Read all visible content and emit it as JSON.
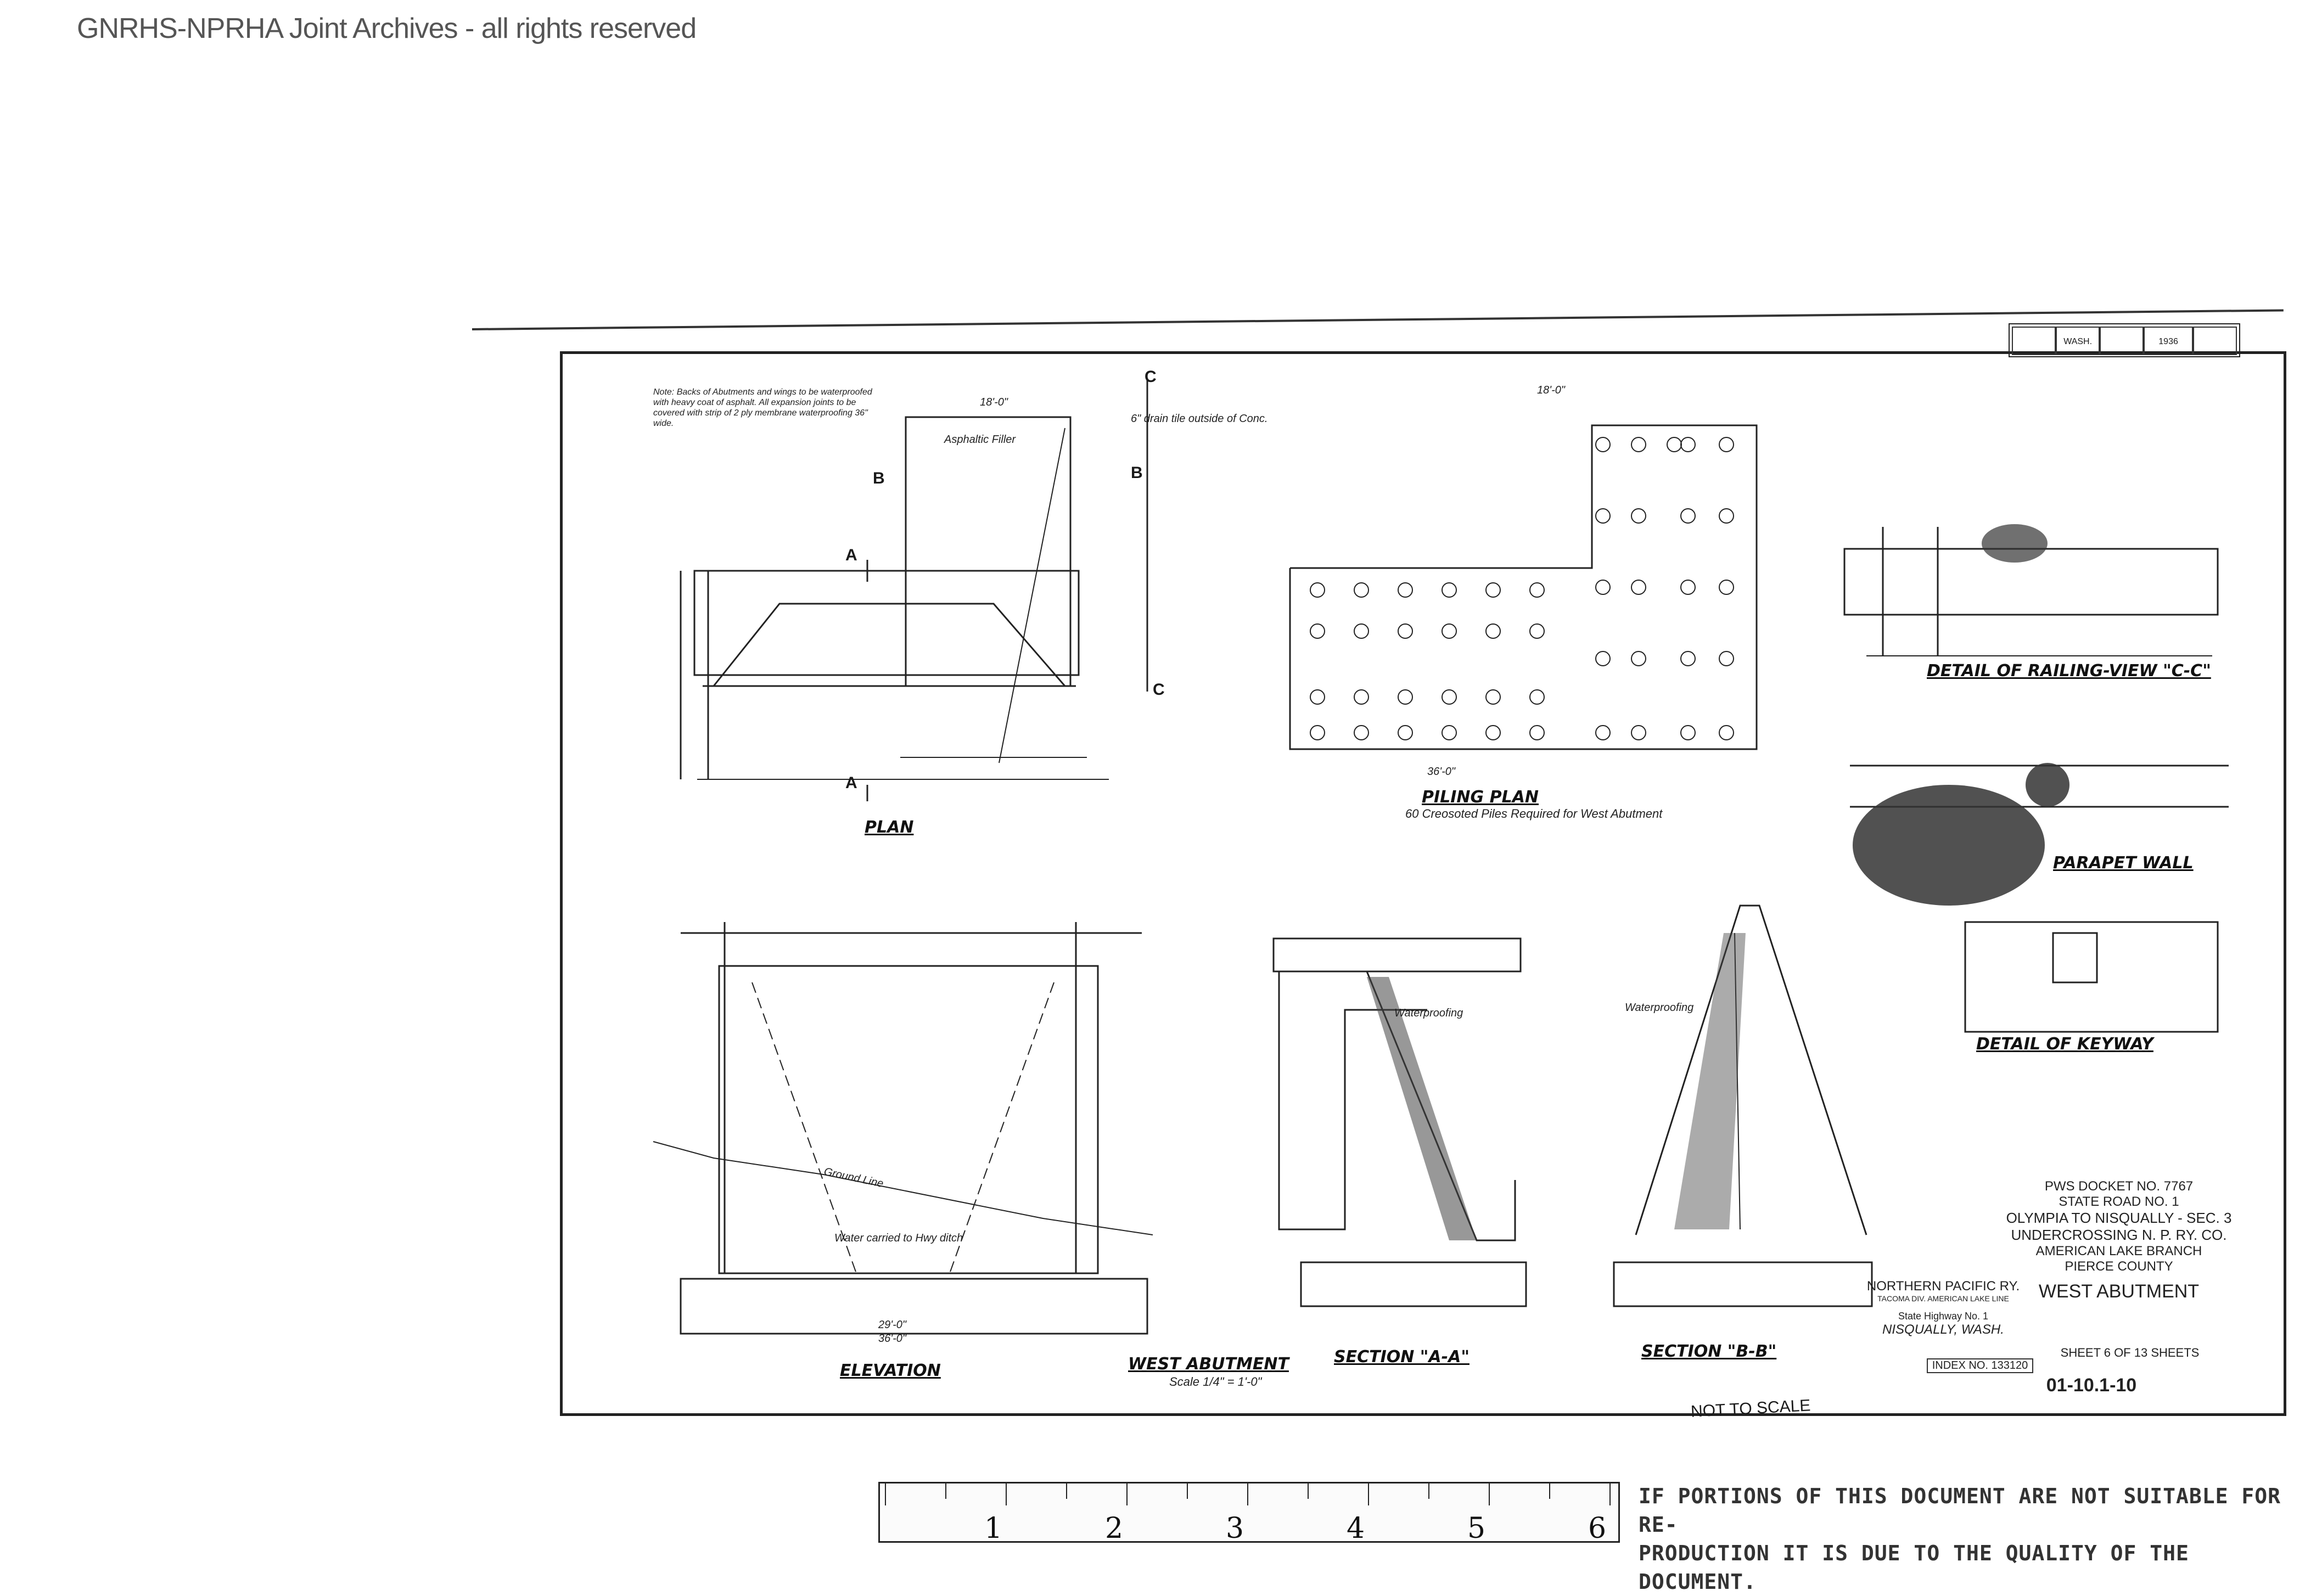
{
  "header": {
    "archive_notice": "GNRHS-NPRHA Joint Archives - all rights reserved"
  },
  "drawing": {
    "views": {
      "plan": "PLAN",
      "piling_plan": "PILING PLAN",
      "piling_note": "60 Creosoted Piles Required for West Abutment",
      "elevation": "ELEVATION",
      "west_abutment": "WEST ABUTMENT",
      "west_abutment_scale": "Scale 1/4\" = 1'-0\"",
      "section_aa": "SECTION \"A-A\"",
      "section_bb": "SECTION \"B-B\"",
      "detail_railing": "DETAIL OF RAILING-VIEW \"C-C\"",
      "parapet_wall": "PARAPET WALL",
      "detail_keyway": "DETAIL OF KEYWAY"
    },
    "note": "Note: Backs of Abutments and wings to be waterproofed with heavy coat of asphalt. All expansion joints to be covered with strip of 2 ply membrane waterproofing 36\" wide.",
    "labels": {
      "section_a": "A",
      "section_b": "B",
      "section_c": "C",
      "asphaltic_filler": "Asphaltic Filler",
      "drain_tile": "6\" drain tile outside of Conc.",
      "ground_line": "Ground Line",
      "water_ditch": "Water carried to Hwy ditch",
      "waterproofing": "Waterproofing",
      "dim_18": "18'-0\"",
      "dim_36": "36'-0\"",
      "dim_29": "29'-0\""
    },
    "title_block": {
      "docket": "PWS DOCKET NO. 7767",
      "road": "STATE ROAD NO. 1",
      "route": "OLYMPIA TO NISQUALLY - SEC. 3",
      "crossing": "UNDERCROSSING N. P. RY. CO.",
      "branch": "AMERICAN LAKE BRANCH",
      "county": "PIERCE COUNTY",
      "structure": "WEST ABUTMENT",
      "railway": "NORTHERN PACIFIC RY.",
      "division": "TACOMA DIV.   AMERICAN LAKE LINE",
      "highway": "State Highway No. 1",
      "location": "NISQUALLY, WASH.",
      "sheet": "SHEET 6 OF 13 SHEETS",
      "index": "INDEX NO. 133120",
      "file_no": "01-10.1-10",
      "stamp_state": "WASH.",
      "stamp_year": "1936",
      "not_to_scale": "NOT TO SCALE"
    }
  },
  "ruler": {
    "numbers": [
      "1",
      "2",
      "3",
      "4",
      "5",
      "6"
    ]
  },
  "footer_notice": {
    "line1": "IF PORTIONS OF THIS DOCUMENT ARE NOT SUITABLE FOR RE-",
    "line2": "PRODUCTION IT IS DUE TO THE QUALITY OF THE DOCUMENT."
  }
}
